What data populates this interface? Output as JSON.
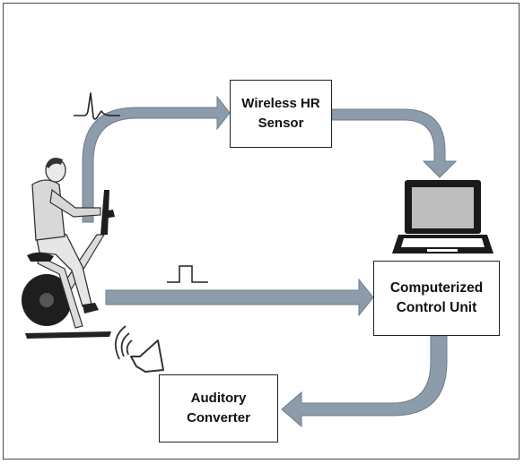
{
  "diagram": {
    "nodes": {
      "sensor": {
        "line1": "Wireless HR",
        "line2": "Sensor"
      },
      "control": {
        "line1": "Computerized",
        "line2": "Control Unit"
      },
      "auditory": {
        "line1": "Auditory",
        "line2": "Converter"
      }
    },
    "colors": {
      "arrow_fill": "#8c9cab",
      "arrow_stroke": "#6d7c8a",
      "box_border": "#222222",
      "laptop_screen": "#bdbdbd",
      "laptop_body": "#1a1a1a"
    },
    "icons": [
      "ecg-pulse-icon",
      "square-pulse-icon",
      "speaker-icon",
      "laptop-icon",
      "person-on-exercise-bike-icon"
    ]
  }
}
